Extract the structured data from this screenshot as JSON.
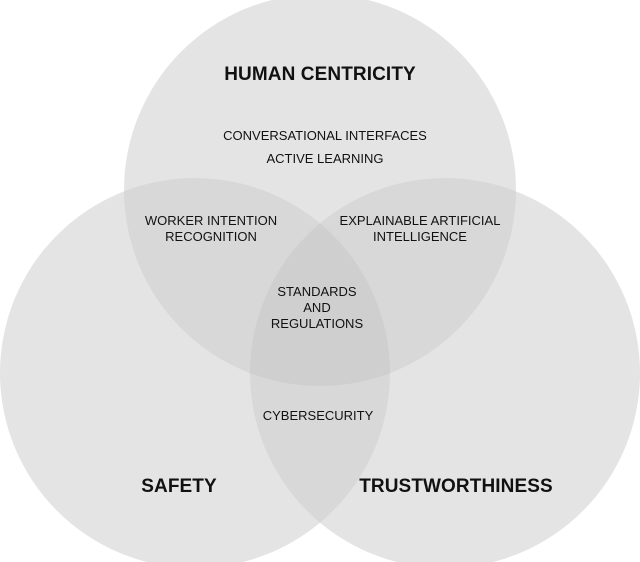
{
  "diagram": {
    "type": "venn",
    "colors": {
      "background": "#ffffff",
      "circle_fill": "#e4e4e4",
      "two_overlap": "#d8d8d8",
      "three_overlap": "#cfcfcf",
      "text": "#111111"
    },
    "sets": [
      {
        "id": "human",
        "title": "HUMAN CENTRICITY",
        "items": [
          "CONVERSATIONAL INTERFACES",
          "ACTIVE LEARNING"
        ]
      },
      {
        "id": "safety",
        "title": "SAFETY",
        "items": []
      },
      {
        "id": "trust",
        "title": "TRUSTWORTHINESS",
        "items": []
      }
    ],
    "intersections": {
      "human_safety": [
        "WORKER INTENTION",
        "RECOGNITION"
      ],
      "human_trust": [
        "EXPLAINABLE ARTIFICIAL",
        "INTELLIGENCE"
      ],
      "safety_trust": [
        "CYBERSECURITY"
      ],
      "all": [
        "STANDARDS",
        "AND",
        "REGULATIONS"
      ]
    }
  }
}
